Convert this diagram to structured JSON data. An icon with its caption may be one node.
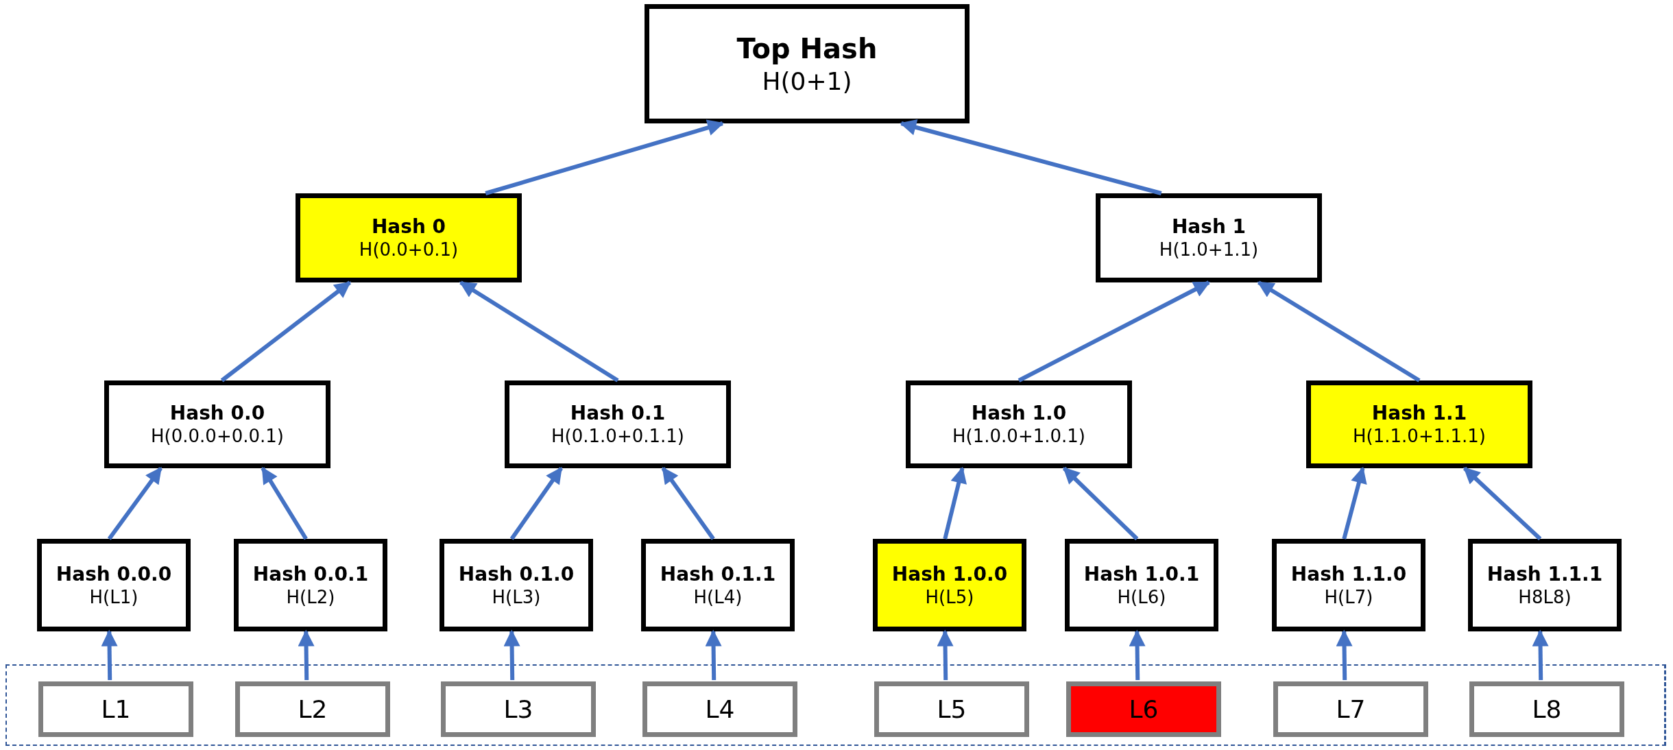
{
  "diagram": {
    "nodes": [
      {
        "text": [
          "Top Hash",
          "H(0+1)"
        ]
      },
      {
        "text": [
          "Hash 0",
          "H(0.0+0.1)"
        ]
      },
      {
        "text": [
          "Hash 1",
          "H(1.0+1.1)"
        ]
      },
      {
        "text": [
          "Hash 0.0",
          "H(0.0.0+0.0.1)"
        ]
      },
      {
        "text": [
          "Hash 0.1",
          "H(0.1.0+0.1.1)"
        ]
      },
      {
        "text": [
          "Hash 1.0",
          "H(1.0.0+1.0.1)"
        ]
      },
      {
        "text": [
          "Hash 1.1",
          "H(1.1.0+1.1.1)"
        ]
      },
      {
        "text": [
          "Hash 0.0.0",
          "H(L1)"
        ]
      },
      {
        "text": [
          "Hash 0.0.1",
          "H(L2)"
        ]
      },
      {
        "text": [
          "Hash 0.1.0",
          "H(L3)"
        ]
      },
      {
        "text": [
          "Hash 0.1.1",
          "H(L4)"
        ]
      },
      {
        "text": [
          "Hash 1.0.0",
          "H(L5)"
        ]
      },
      {
        "text": [
          "Hash 1.0.1",
          "H(L6)"
        ]
      },
      {
        "text": [
          "Hash 1.1.0",
          "H(L7)"
        ]
      },
      {
        "text": [
          "Hash 1.1.1",
          "H8L8)"
        ]
      },
      {
        "text": [],
        "shape": "box"
      },
      {
        "text": [
          "L1"
        ],
        "in": 15
      },
      {
        "text": [
          "L2"
        ],
        "in": 15
      },
      {
        "text": [
          "L3"
        ],
        "in": 15
      },
      {
        "text": [
          "L4"
        ],
        "in": 15
      },
      {
        "text": [
          "L5"
        ],
        "in": 15
      },
      {
        "text": [
          "L6"
        ],
        "in": 15
      },
      {
        "text": [
          "L7"
        ],
        "in": 15
      },
      {
        "text": [
          "L8"
        ],
        "in": 15
      }
    ],
    "edges": [
      {
        "from": 1,
        "to": 0,
        "arrow": "to"
      },
      {
        "from": 2,
        "to": 0,
        "arrow": "to"
      },
      {
        "from": 3,
        "to": 1,
        "arrow": "to"
      },
      {
        "from": 4,
        "to": 1,
        "arrow": "to"
      },
      {
        "from": 5,
        "to": 2,
        "arrow": "to"
      },
      {
        "from": 6,
        "to": 2,
        "arrow": "to"
      },
      {
        "from": 7,
        "to": 3,
        "arrow": "to"
      },
      {
        "from": 8,
        "to": 3,
        "arrow": "to"
      },
      {
        "from": 9,
        "to": 4,
        "arrow": "to"
      },
      {
        "from": 10,
        "to": 4,
        "arrow": "to"
      },
      {
        "from": 11,
        "to": 5,
        "arrow": "to"
      },
      {
        "from": 12,
        "to": 5,
        "arrow": "to"
      },
      {
        "from": 13,
        "to": 6,
        "arrow": "to"
      },
      {
        "from": 14,
        "to": 6,
        "arrow": "to"
      },
      {
        "from": 16,
        "to": 7,
        "arrow": "to"
      },
      {
        "from": 17,
        "to": 8,
        "arrow": "to"
      },
      {
        "from": 18,
        "to": 9,
        "arrow": "to"
      },
      {
        "from": 19,
        "to": 10,
        "arrow": "to"
      },
      {
        "from": 20,
        "to": 11,
        "arrow": "to"
      },
      {
        "from": 21,
        "to": 12,
        "arrow": "to"
      },
      {
        "from": 22,
        "to": 13,
        "arrow": "to"
      },
      {
        "from": 23,
        "to": 14,
        "arrow": "to"
      }
    ]
  }
}
